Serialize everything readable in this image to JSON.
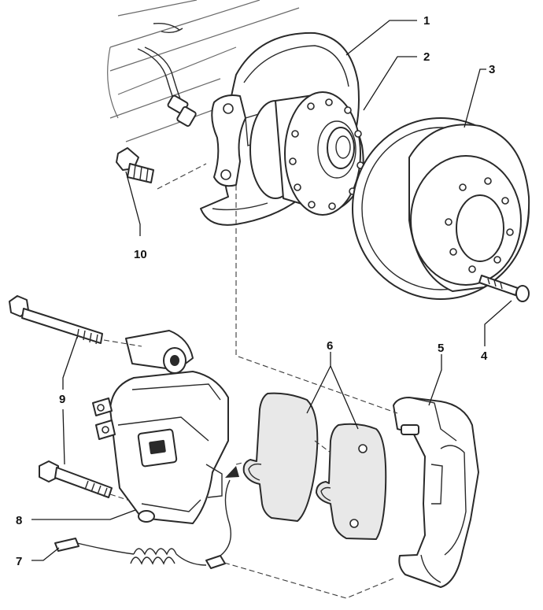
{
  "callouts": {
    "c1": "1",
    "c2": "2",
    "c3": "3",
    "c4": "4",
    "c5": "5",
    "c6": "6",
    "c7": "7",
    "c8": "8",
    "c9": "9",
    "c10": "10"
  },
  "colors": {
    "line": "#2a2a2a",
    "pad_fill": "#e8e8e8",
    "background": "#ffffff"
  }
}
